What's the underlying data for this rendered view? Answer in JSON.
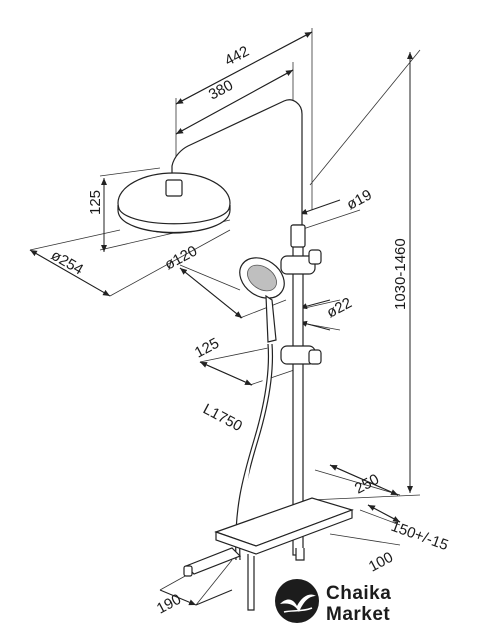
{
  "dimensions": {
    "overall_width": "442",
    "arm_reach": "380",
    "head_height": "125",
    "rail_diameter": "ø19",
    "head_diameter": "ø254",
    "handshower_diameter": "ø120",
    "holder_diameter": "ø22",
    "holder_height": "125",
    "height_range": "1030-1460",
    "hose_length": "L1750",
    "shelf_depth": "250",
    "inlet_spacing": "150+/-15",
    "spout_offset": "100",
    "spout_length": "190"
  },
  "watermark": {
    "line1": "Chaika",
    "line2": "Market"
  }
}
